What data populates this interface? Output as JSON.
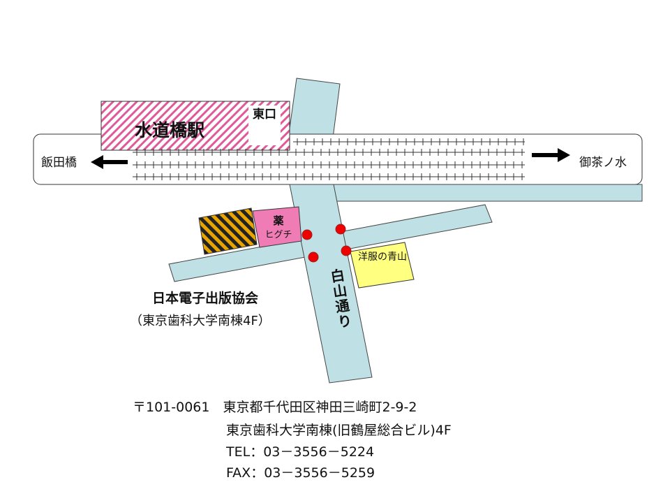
{
  "map": {
    "station": {
      "name": "水道橋駅",
      "exit_label": "東口"
    },
    "directions": {
      "west": "飯田橋",
      "east": "御茶ノ水"
    },
    "road_name": "白山通り",
    "shops": {
      "pharmacy_line1": "薬",
      "pharmacy_line2": "ヒグチ",
      "clothing": "洋服の青山"
    },
    "destination": {
      "name": "日本電子出版協会",
      "building": "（東京歯科大学南棟4F）"
    }
  },
  "address": {
    "line1": "〒101-0061　東京都千代田区神田三崎町2-9-2",
    "line2": "東京歯科大学南棟(旧鶴屋総合ビル)4F",
    "tel": "TEL：03－3556－5224",
    "fax": "FAX：03－3556－5259"
  },
  "colors": {
    "road": "#bfe0e4",
    "station_hatch": "#e05a9a",
    "pharmacy": "#f07cb6",
    "clothing_store": "#ffff80",
    "landmark_dot": "#ee0000",
    "building_hatch": "#e8a400"
  }
}
